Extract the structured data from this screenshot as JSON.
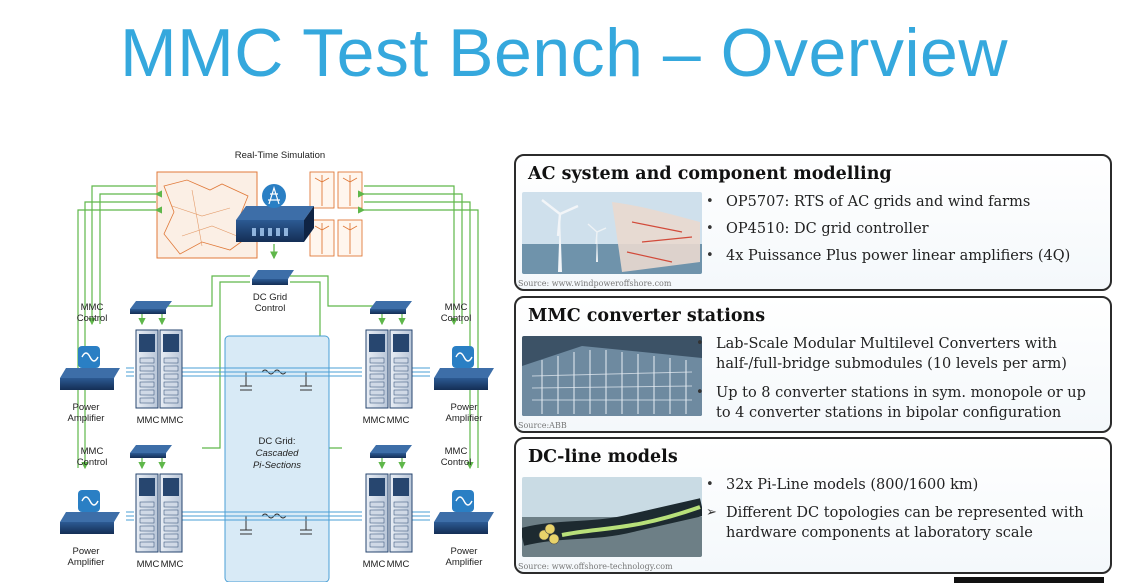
{
  "slide": {
    "title": "MMC Test Bench – Overview"
  },
  "diagram": {
    "labels": {
      "rts": "Real-Time Simulation",
      "dc_grid_control_1": "DC Grid",
      "dc_grid_control_2": "Control",
      "mmc_control_a": "MMC",
      "mmc_control_b": "Control",
      "power_a": "Power",
      "power_b": "Amplifier",
      "mmc": "MMC",
      "dc_grid_1": "DC Grid:",
      "dc_grid_2": "Cascaded",
      "dc_grid_3": "Pi-Sections"
    },
    "colors": {
      "arrow": "#5fb74a",
      "line": "#4a9fd5",
      "dc_box": "#d8eaf6",
      "map": "#e07a3a",
      "device": "#1b3c6e"
    }
  },
  "panels": [
    {
      "title": "AC system and component modelling",
      "bullet_type": "dot",
      "bullets": [
        "OP5707: RTS of AC grids and wind farms",
        "OP4510: DC grid controller",
        "4x Puissance Plus power linear amplifiers (4Q)"
      ],
      "source": "Source: www.windpoweroffshore.com",
      "image_icon": "wind-farm-photo"
    },
    {
      "title": "MMC converter stations",
      "bullet_type": "dot",
      "bullets": [
        "Lab-Scale Modular Multilevel Converters with half-/full-bridge submodules (10 levels per arm)",
        "Up to 8 converter stations in sym. monopole or up to 4 converter stations in bipolar configuration"
      ],
      "source": "Source:ABB",
      "image_icon": "converter-station-photo"
    },
    {
      "title": "DC-line models",
      "bullet_type": "mixed",
      "bullets": [
        "32x Pi-Line models (800/1600 km)",
        "Different DC topologies can be represented with hardware components at laboratory scale"
      ],
      "markers": [
        "•",
        "➢"
      ],
      "source": "Source: www.offshore-technology.com",
      "image_icon": "subsea-cable-photo"
    }
  ]
}
